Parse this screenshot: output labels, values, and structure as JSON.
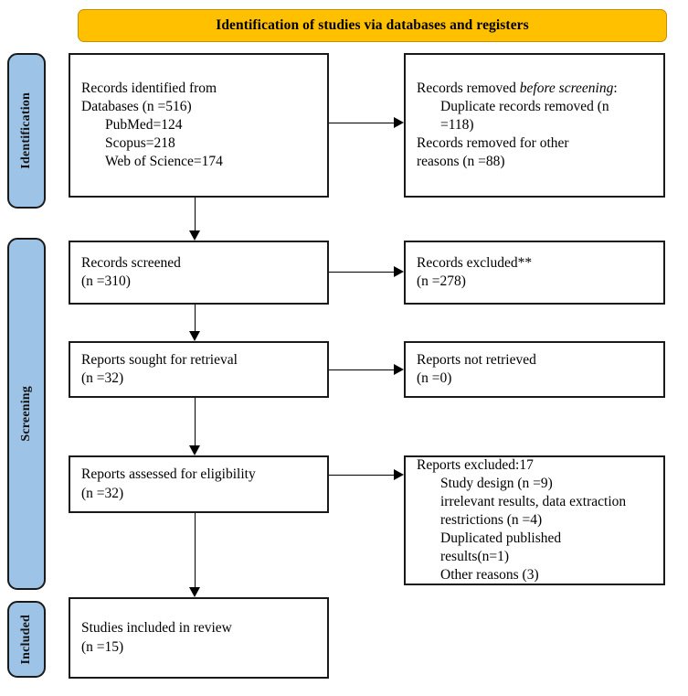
{
  "banner": {
    "title": "Identification of studies via databases and registers",
    "background_color": "#FFC000",
    "border_color": "#C49000"
  },
  "stages": {
    "background_color": "#9DC3E6",
    "border_color": "#1a1a1a",
    "identification": "Identification",
    "screening": "Screening",
    "included": "Included"
  },
  "boxes": {
    "identified": {
      "lines": [
        "Records identified from",
        "Databases (n =516)",
        "PubMed=124",
        "Scopus=218",
        "Web of Science=174"
      ]
    },
    "removed": {
      "line1_prefix": "Records removed ",
      "line1_italic": "before screening",
      "line1_suffix": ":",
      "lines": [
        "Duplicate records removed (n",
        "=118)",
        "Records removed for other",
        "reasons (n =88)"
      ]
    },
    "screened": {
      "lines": [
        "Records screened",
        "(n =310)"
      ]
    },
    "excluded": {
      "lines": [
        "Records excluded**",
        "(n =278)"
      ]
    },
    "sought": {
      "lines": [
        "Reports sought for retrieval",
        "(n =32)"
      ]
    },
    "not_retrieved": {
      "lines": [
        "Reports not retrieved",
        "(n =0)"
      ]
    },
    "assessed": {
      "lines": [
        "Reports assessed for eligibility",
        "(n =32)"
      ]
    },
    "reports_excluded": {
      "heading": "Reports excluded:17",
      "lines": [
        "Study design (n =9)",
        "irrelevant results, data extraction",
        "restrictions (n =4)",
        "Duplicated published",
        "results(n=1)",
        "Other reasons (3)"
      ]
    },
    "included": {
      "lines": [
        "Studies included in review",
        "(n =15)"
      ]
    }
  },
  "chart_data": {
    "type": "diagram",
    "title": "Identification of studies via databases and registers",
    "nodes": [
      {
        "id": "identified",
        "stage": "Identification",
        "column": "left",
        "label": "Records identified from Databases",
        "n": 516,
        "breakdown": {
          "PubMed": 124,
          "Scopus": 218,
          "Web of Science": 174
        }
      },
      {
        "id": "removed",
        "stage": "Identification",
        "column": "right",
        "label": "Records removed before screening",
        "duplicate_records_removed": 118,
        "removed_other_reasons": 88
      },
      {
        "id": "screened",
        "stage": "Screening",
        "column": "left",
        "label": "Records screened",
        "n": 310
      },
      {
        "id": "excluded",
        "stage": "Screening",
        "column": "right",
        "label": "Records excluded**",
        "n": 278
      },
      {
        "id": "sought",
        "stage": "Screening",
        "column": "left",
        "label": "Reports sought for retrieval",
        "n": 32
      },
      {
        "id": "not_retrieved",
        "stage": "Screening",
        "column": "right",
        "label": "Reports not retrieved",
        "n": 0
      },
      {
        "id": "assessed",
        "stage": "Screening",
        "column": "left",
        "label": "Reports assessed for eligibility",
        "n": 32
      },
      {
        "id": "reports_excluded",
        "stage": "Screening",
        "column": "right",
        "label": "Reports excluded",
        "n": 17,
        "reasons": {
          "Study design": 9,
          "irrelevant results, data extraction restrictions": 4,
          "Duplicated published results": 1,
          "Other reasons": 3
        }
      },
      {
        "id": "included",
        "stage": "Included",
        "column": "left",
        "label": "Studies included in review",
        "n": 15
      }
    ],
    "edges": [
      {
        "from": "identified",
        "to": "removed",
        "direction": "right"
      },
      {
        "from": "identified",
        "to": "screened",
        "direction": "down"
      },
      {
        "from": "screened",
        "to": "excluded",
        "direction": "right"
      },
      {
        "from": "screened",
        "to": "sought",
        "direction": "down"
      },
      {
        "from": "sought",
        "to": "not_retrieved",
        "direction": "right"
      },
      {
        "from": "sought",
        "to": "assessed",
        "direction": "down"
      },
      {
        "from": "assessed",
        "to": "reports_excluded",
        "direction": "right"
      },
      {
        "from": "assessed",
        "to": "included",
        "direction": "down"
      }
    ]
  }
}
